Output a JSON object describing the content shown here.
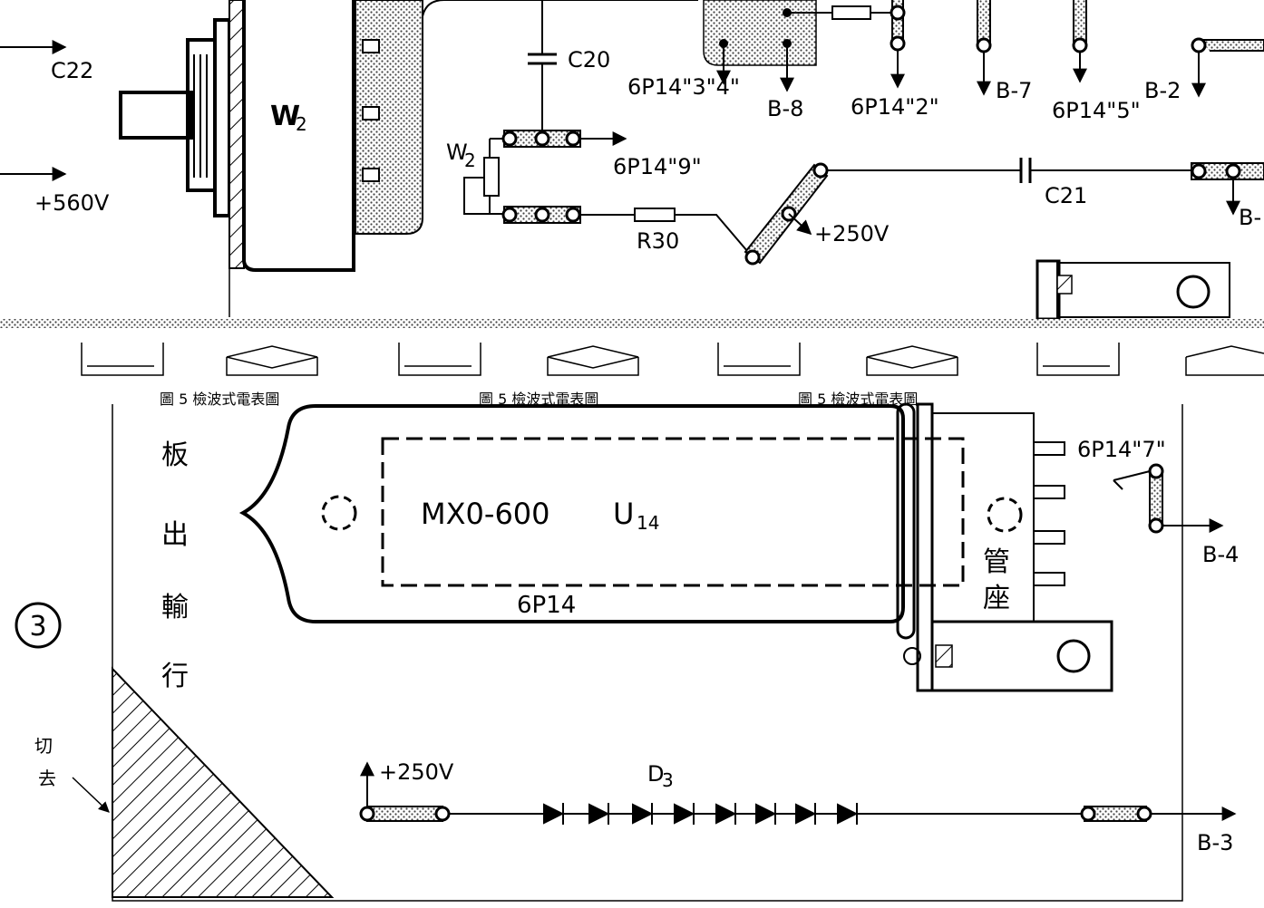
{
  "top_board": {
    "arrows": {
      "c22": "C22",
      "v560": "+560V"
    },
    "transformer": "W",
    "transformer_sub": "2",
    "capacitor_c20": "C20",
    "pot_w2": "W",
    "pot_w2_sub": "2",
    "resistor_r30": "R30",
    "capacitor_c21": "C21",
    "v250_top": "+250V",
    "pins": {
      "p34": "6P14\"3\"4\"",
      "b8": "B-8",
      "p2": "6P14\"2\"",
      "b7": "B-7",
      "p5": "6P14\"5\"",
      "b2": "B-2",
      "p9": "6P14\"9\"",
      "b_right": "B-"
    }
  },
  "caption_strip": {
    "label": "圖 5   檢波式電表圖"
  },
  "bottom_board": {
    "board_title": [
      "行",
      "輸",
      "出",
      "板"
    ],
    "circle_number": "3",
    "tube_model": "MX0-600",
    "tube_ref": "U",
    "tube_ref_sub": "14",
    "tube_name": "6P14",
    "socket_label": [
      "管",
      "座"
    ],
    "pin7": "6P14\"7\"",
    "b4": "B-4",
    "b3": "B-3",
    "v250_bottom": "+250V",
    "diode_ref": "D",
    "diode_ref_sub": "3",
    "cut_label": [
      "切",
      "去"
    ]
  }
}
